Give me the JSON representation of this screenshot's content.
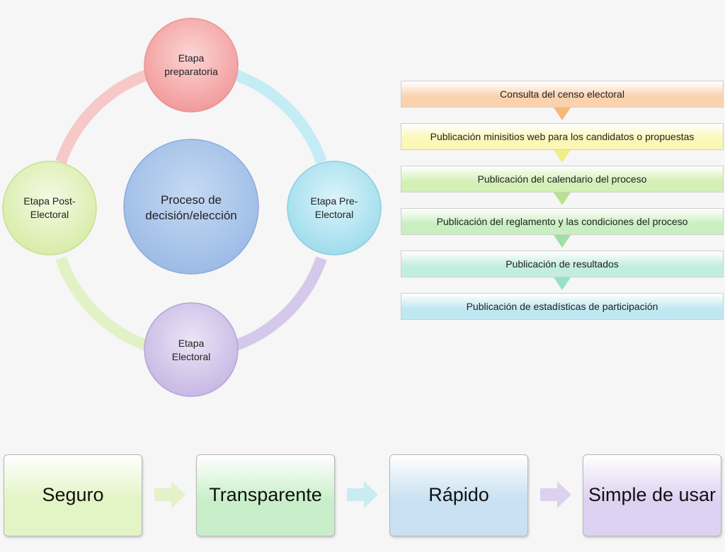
{
  "cycle": {
    "center": {
      "label": "Proceso de decisión/elección"
    },
    "stages": [
      {
        "label": "Etapa preparatoria",
        "color": "#f4b3b3"
      },
      {
        "label": "Etapa Pre-Electoral",
        "color": "#b5e7f1"
      },
      {
        "label": "Etapa Electoral",
        "color": "#d7cbeb"
      },
      {
        "label": "Etapa Post-Electoral",
        "color": "#e6f4c5"
      }
    ]
  },
  "process_steps": [
    {
      "label": "Consulta del censo electoral",
      "color": "#fad2ae"
    },
    {
      "label": "Publicación minisitios web para los candidatos o propuestas",
      "color": "#fbf7b6"
    },
    {
      "label": "Publicación del calendario del proceso",
      "color": "#d4f0b6"
    },
    {
      "label": "Publicación del reglamento y las condiciones del proceso",
      "color": "#c9eec0"
    },
    {
      "label": "Publicación de resultados",
      "color": "#c2eedd"
    },
    {
      "label": "Publicación de estadísticas de participación",
      "color": "#c0e8f3"
    }
  ],
  "qualities": [
    {
      "label": "Seguro",
      "color": "#e3f4c5"
    },
    {
      "label": "Transparente",
      "color": "#c9efca"
    },
    {
      "label": "Rápido",
      "color": "#c9e1f2"
    },
    {
      "label": "Simple de usar",
      "color": "#ddd2f1"
    }
  ]
}
